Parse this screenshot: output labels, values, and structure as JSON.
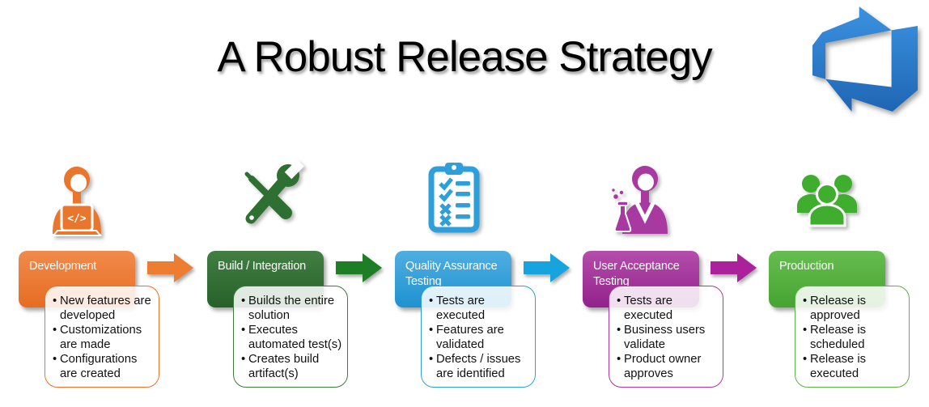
{
  "title": "A Robust Release Strategy",
  "bullet_char": "•",
  "logo": {
    "icon": "azure-devops-icon",
    "color_top": "#3B92E0",
    "color_bottom": "#1E66B4"
  },
  "stages": [
    {
      "id": "development",
      "label": "Development",
      "icon": "developer-at-laptop-icon",
      "colors": {
        "header_top": "#F18A4C",
        "header_bottom": "#E66D22",
        "border": "#E8732A",
        "icon": "#E8762D"
      },
      "bullets": [
        "New features are developed",
        "Customizations are made",
        "Configurations are created"
      ]
    },
    {
      "id": "build-integration",
      "label": "Build / Integration",
      "icon": "build-tools-icon",
      "colors": {
        "header_top": "#417F42",
        "header_bottom": "#27612A",
        "border": "#3C7A3E",
        "icon": "#2E7031"
      },
      "bullets": [
        "Builds the entire solution",
        "Executes automated test(s)",
        "Creates build artifact(s)"
      ]
    },
    {
      "id": "quality-assurance-testing",
      "label": "Quality Assurance Testing",
      "icon": "qa-checklist-icon",
      "colors": {
        "header_top": "#4FAEE0",
        "header_bottom": "#1F92D1",
        "border": "#2E9FD9",
        "icon": "#2E9FDA"
      },
      "bullets": [
        "Tests are executed",
        "Features are validated",
        "Defects / issues are identified"
      ]
    },
    {
      "id": "user-acceptance-testing",
      "label": "User Acceptance Testing",
      "icon": "uat-scientist-icon",
      "colors": {
        "header_top": "#B44EAB",
        "header_bottom": "#93218C",
        "border": "#A839A0",
        "icon": "#A839A0"
      },
      "bullets": [
        "Tests are executed",
        "Business users validate",
        "Product owner approves"
      ]
    },
    {
      "id": "production",
      "label": "Production",
      "icon": "production-team-icon",
      "colors": {
        "header_top": "#67BD50",
        "header_bottom": "#46A431",
        "border": "#5BB344",
        "icon": "#3FAD2E"
      },
      "bullets": [
        "Release is approved",
        "Release is scheduled",
        "Release is executed"
      ]
    }
  ],
  "arrows": [
    {
      "color": "#ED7D31"
    },
    {
      "color": "#1E7E26"
    },
    {
      "color": "#16A3DE"
    },
    {
      "color": "#AB219C"
    }
  ]
}
